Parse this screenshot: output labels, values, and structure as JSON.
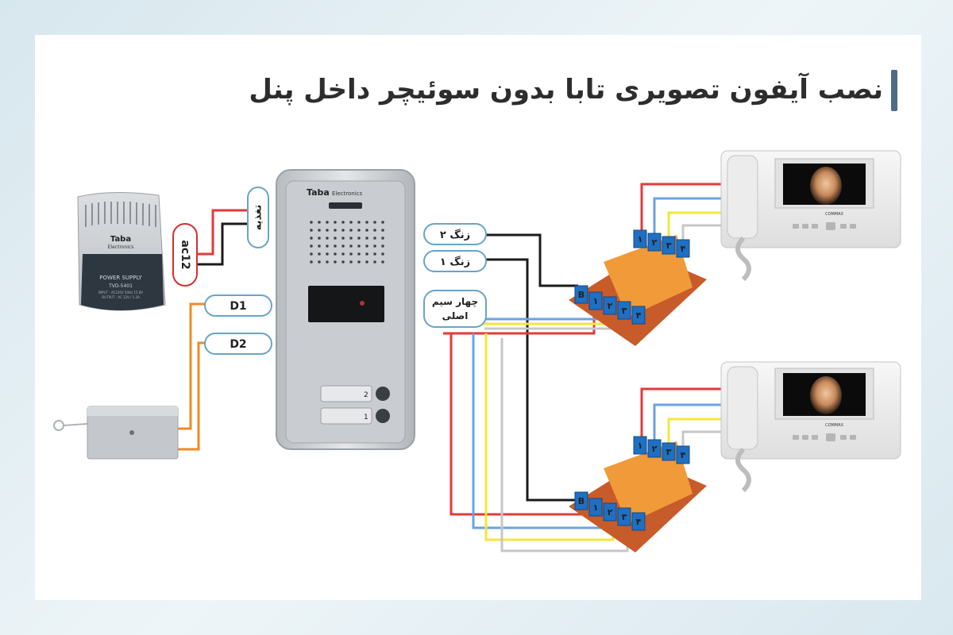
{
  "title": "نصب آیفون تصویری تابا بدون سوئیچر داخل پنل",
  "power_supply": {
    "brand": "Taba",
    "brand_sub": "Electronics",
    "label": "POWER SUPPLY",
    "model": "TVD-5401",
    "spec1": "INPUT : AC220V 50Hz 15.8V",
    "spec2": "OUTPUT : AC 12V / 1.2A"
  },
  "labels": {
    "feed": "تغذیه",
    "ac12": "ac12",
    "d1": "D1",
    "d2": "D2",
    "bell2": "زنگ ۲",
    "bell1": "زنگ ۱",
    "four_wire_1": "چهار سیم",
    "four_wire_2": "اصلی"
  },
  "door_panel": {
    "brand": "Taba",
    "brand_sub": "Electronics",
    "button_top": "2",
    "button_bottom": "1"
  },
  "terminal_board": {
    "pins_main": [
      "B",
      "۱",
      "۲",
      "۳",
      "۴"
    ],
    "pins_monitor": [
      "۱",
      "۲",
      "۳",
      "۴"
    ]
  },
  "monitor": {
    "brand": "COMMAX"
  },
  "colors": {
    "red": "#e23a3a",
    "black": "#1b1b1b",
    "blue": "#6aa3e0",
    "yellow": "#f5e63a",
    "gray": "#c7c7c7",
    "orange": "#f08a24",
    "accent": "#4f6b85"
  }
}
